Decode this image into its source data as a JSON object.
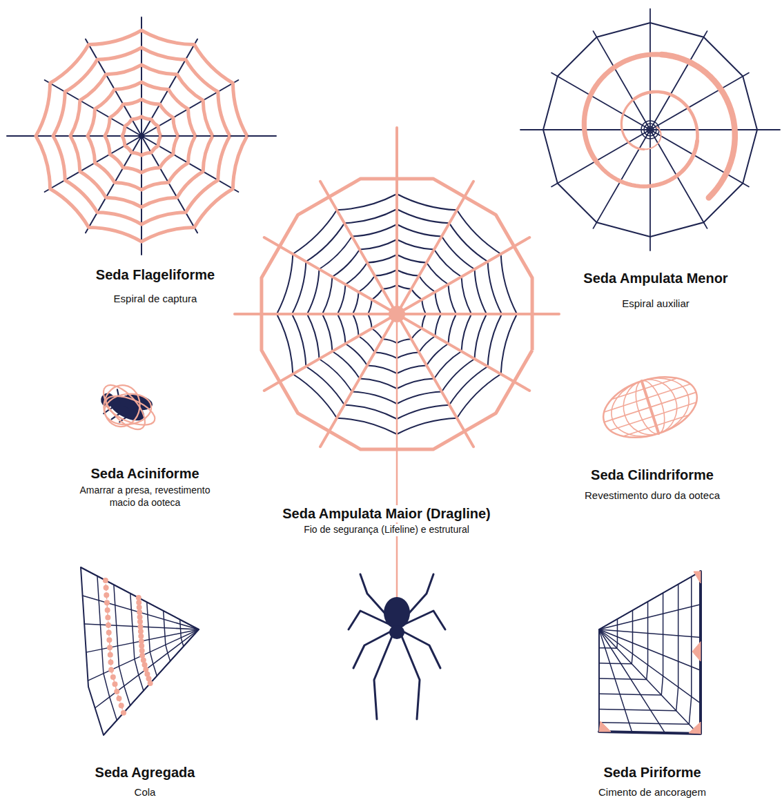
{
  "diagram": {
    "labels": [
      "Seda Flageliforme",
      "Espiral de captura",
      "Seda Ampulata Menor",
      "Espiral auxiliar",
      "Seda Aciniforme",
      "Amarrar a presa, revestimento macio da ooteca",
      "Seda Cilindriforme",
      "Revestimento duro da ooteca",
      "Seda Ampulata Maior (Dragline)",
      "Fio de segurança (Lifeline) e estrutural",
      "Seda Agregada",
      "Cola",
      "Seda Piriforme",
      "Cimento de ancoragem"
    ]
  }
}
